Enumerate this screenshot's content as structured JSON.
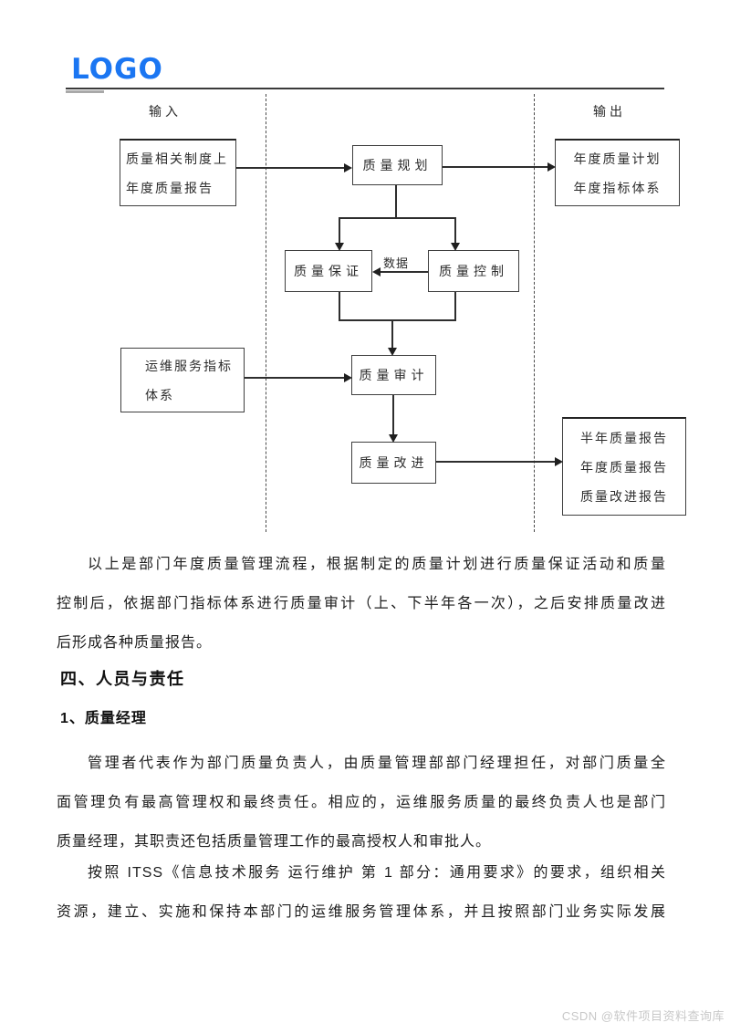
{
  "header": {
    "logo": "LOGO"
  },
  "diagram": {
    "input_label": "输入",
    "output_label": "输出",
    "data_flow_label": "数据",
    "input_box1": {
      "line1": "质量相关制度上",
      "line2": "年度质量报告"
    },
    "input_box2": {
      "line1": "运维服务指标",
      "line2": "体系"
    },
    "planning_box": "质量规划",
    "assurance_box": "质量保证",
    "control_box": "质量控制",
    "audit_box": "质量审计",
    "improve_box": "质量改进",
    "output_box1": {
      "line1": "年度质量计划",
      "line2": "年度指标体系"
    },
    "output_box2": {
      "line1": "半年质量报告",
      "line2": "年度质量报告",
      "line3": "质量改进报告"
    }
  },
  "content": {
    "para1": {
      "lines": [
        "以上是部门年度质量管理流程，根据制定的质量计划进行质量保证活动和质量",
        "控制后，依据部门指标体系进行质量审计（上、下半年各一次），之后安排质量改进",
        "后形成各种质量报告。"
      ]
    },
    "section_heading": "四、人员与责任",
    "sub_heading": "1、质量经理",
    "para2": {
      "lines": [
        "管理者代表作为部门质量负责人，由质量管理部部门经理担任，对部门质量全",
        "面管理负有最高管理权和最终责任。相应的，运维服务质量的最终负责人也是部门",
        "质量经理，其职责还包括质量管理工作的最高授权人和审批人。"
      ]
    },
    "para3": {
      "lines": [
        "按照 ITSS《信息技术服务 运行维护 第 1 部分：通用要求》的要求，组织相关",
        "资源，建立、实施和保持本部门的运维服务管理体系，并且按照部门业务实际发展"
      ]
    }
  },
  "footer": {
    "watermark": "CSDN @软件项目资料查询库"
  },
  "colors": {
    "logo_blue": "#1b76f2",
    "body_text": "#1d1d1d",
    "diagram_line": "#2e2e2e",
    "watermark_gray": "#c8c8c8"
  }
}
